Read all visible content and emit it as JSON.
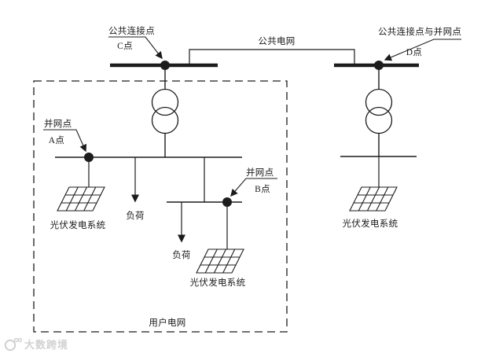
{
  "diagram": {
    "labels": {
      "common_connection_point": "公共连接点",
      "point_c": "C点",
      "public_grid": "公共电网",
      "common_connection_and_grid_point": "公共连接点与并网点",
      "point_d": "D点",
      "grid_connection_point_a": "并网点",
      "point_a": "A点",
      "grid_connection_point_b": "并网点",
      "point_b": "B点",
      "load_1": "负荷",
      "load_2": "负荷",
      "pv_system_1": "光伏发电系统",
      "pv_system_2": "光伏发电系统",
      "pv_system_3": "光伏发电系统",
      "user_grid": "用户电网"
    },
    "colors": {
      "line": "#1c1c1c",
      "background": "#ffffff",
      "watermark": "#c2c2c2"
    }
  },
  "watermark": {
    "text": "大数跨境"
  }
}
